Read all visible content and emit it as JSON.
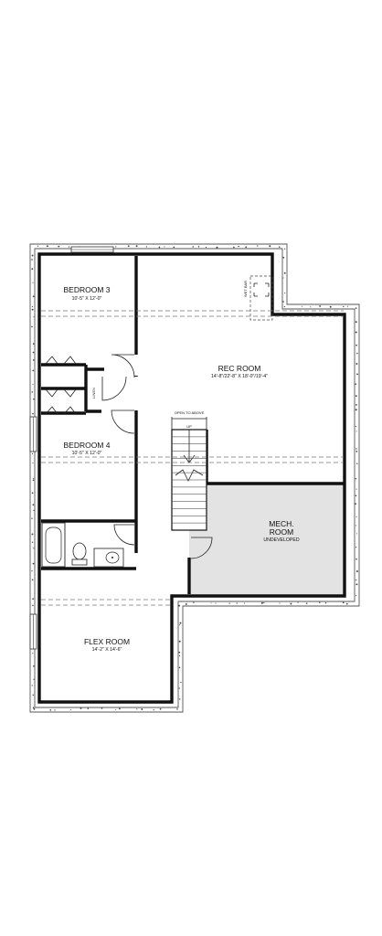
{
  "rooms": {
    "bedroom3": {
      "name": "BEDROOM 3",
      "dims": "10'-5\" X 12'-0\""
    },
    "rec": {
      "name": "REC ROOM",
      "dims": "14'-8\"/22'-8\" X 18'-0\"/19'-4\""
    },
    "bedroom4": {
      "name": "BEDROOM 4",
      "dims": "10'-5\" X 12'-0\""
    },
    "mech": {
      "line1": "MECH.",
      "line2": "ROOM",
      "note": "UNDEVELOPED"
    },
    "flex": {
      "name": "FLEX ROOM",
      "dims": "14'-2\" X 14'-6\""
    }
  },
  "labels": {
    "linen": "LINEN",
    "open_to_above": "OPEN TO ABOVE",
    "stair_up": "UP",
    "wet_bar": "WET BAR"
  },
  "colors": {
    "wall": "#111111",
    "mech_fill": "#e3e3e3",
    "background": "#ffffff"
  }
}
